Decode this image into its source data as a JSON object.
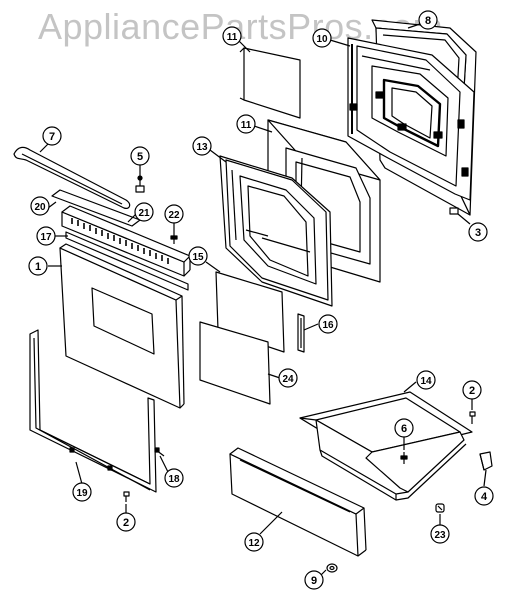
{
  "watermark": "AppliancePartsPros.com",
  "colors": {
    "line": "#000000",
    "fill": "#ffffff",
    "watermark": "#c4c4c4"
  },
  "callouts": {
    "door_outer_panel": "1",
    "screw_left": "2",
    "screw_right": "2",
    "bumper": "3",
    "slide_rail": "4",
    "screw_small": "5",
    "drawer_screw": "6",
    "handle": "7",
    "gasket": "8",
    "foot": "9",
    "inner_door": "10",
    "glass_top": "11",
    "drawer_front": "12",
    "door_frame": "13",
    "drawer_pan": "14",
    "window_glass": "15",
    "clip": "16",
    "trim_strip": "17",
    "hinge_screw": "18",
    "door_liner": "19",
    "vent_trim": "20",
    "vent_baffle": "21",
    "screw_22": "22",
    "roller": "23",
    "lower_glass": "24"
  }
}
